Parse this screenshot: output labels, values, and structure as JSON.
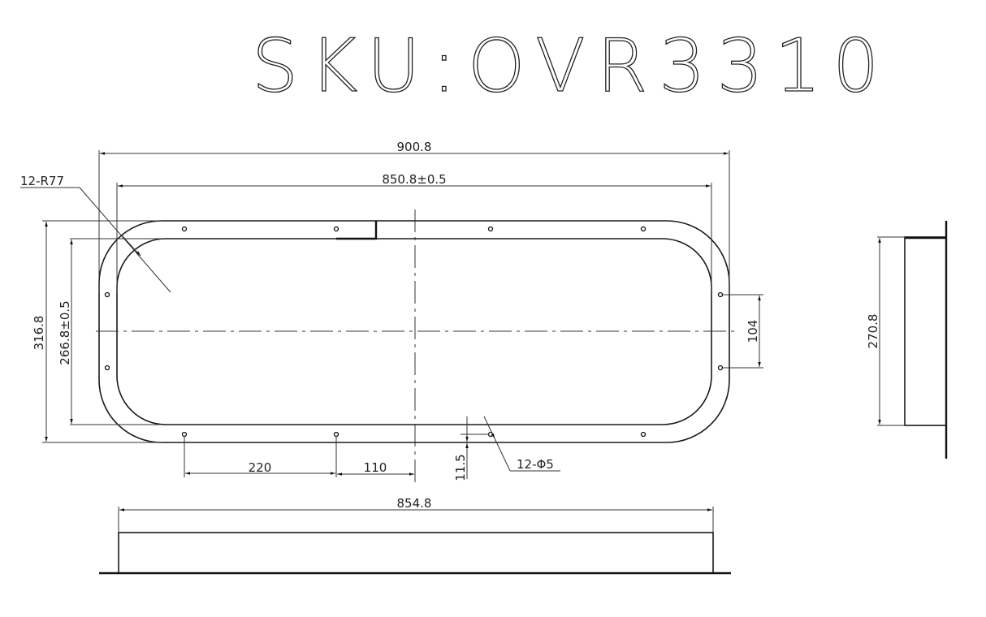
{
  "title": "SKU:OVR3310",
  "top_view": {
    "dimensions": {
      "overall_width": "900.8",
      "inner_width": "850.8±0.5",
      "overall_height": "316.8",
      "inner_height": "266.8±0.5",
      "hole_spacing_vertical": "104",
      "hole_spacing_horizontal": "220",
      "hole_offset_center": "110",
      "hole_edge_offset": "11.5"
    },
    "callouts": {
      "corner_radius": "12-R77",
      "holes": "12-Φ5"
    }
  },
  "front_view": {
    "dimensions": {
      "width": "854.8"
    }
  },
  "side_view": {
    "dimensions": {
      "height": "270.8"
    }
  }
}
